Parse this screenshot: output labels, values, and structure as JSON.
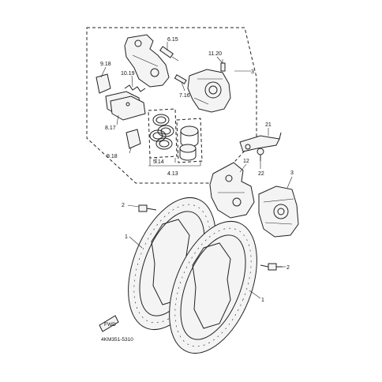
{
  "labels": {
    "l615": "6.15",
    "l1120": "11.20",
    "l3a": "3",
    "l918a": "9.18",
    "l1019": "10.19",
    "l716": "7.16",
    "l817": "8.17",
    "l918b": "9.18",
    "l514": "5.14",
    "l413": "4.13",
    "l21": "21",
    "l12": "12",
    "l3b": "3",
    "l22": "22",
    "l2a": "2",
    "l1a": "1",
    "l2b": "2",
    "l1b": "1"
  },
  "footer": {
    "code": "4KM351-5310",
    "fwd": "FWD"
  }
}
